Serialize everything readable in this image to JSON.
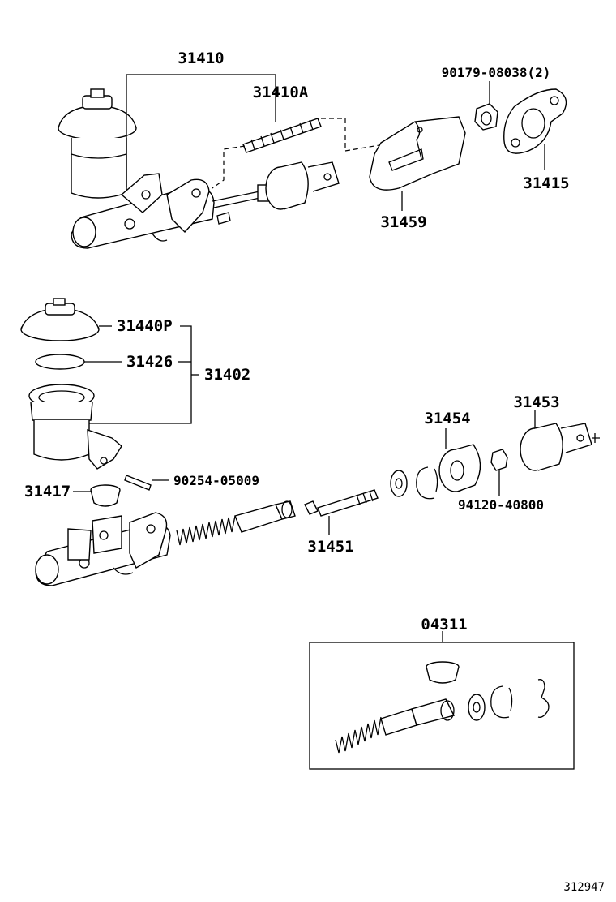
{
  "labels": {
    "p31410": "31410",
    "p31410A": "31410A",
    "p90179": "90179-08038(2)",
    "p31415": "31415",
    "p31459": "31459",
    "p31440P": "31440P",
    "p31426": "31426",
    "p31402": "31402",
    "p90254": "90254-05009",
    "p31417": "31417",
    "p31454": "31454",
    "p31453": "31453",
    "p94120": "94120-40800",
    "p31451": "31451",
    "p04311": "04311"
  },
  "figure_number": "312947"
}
